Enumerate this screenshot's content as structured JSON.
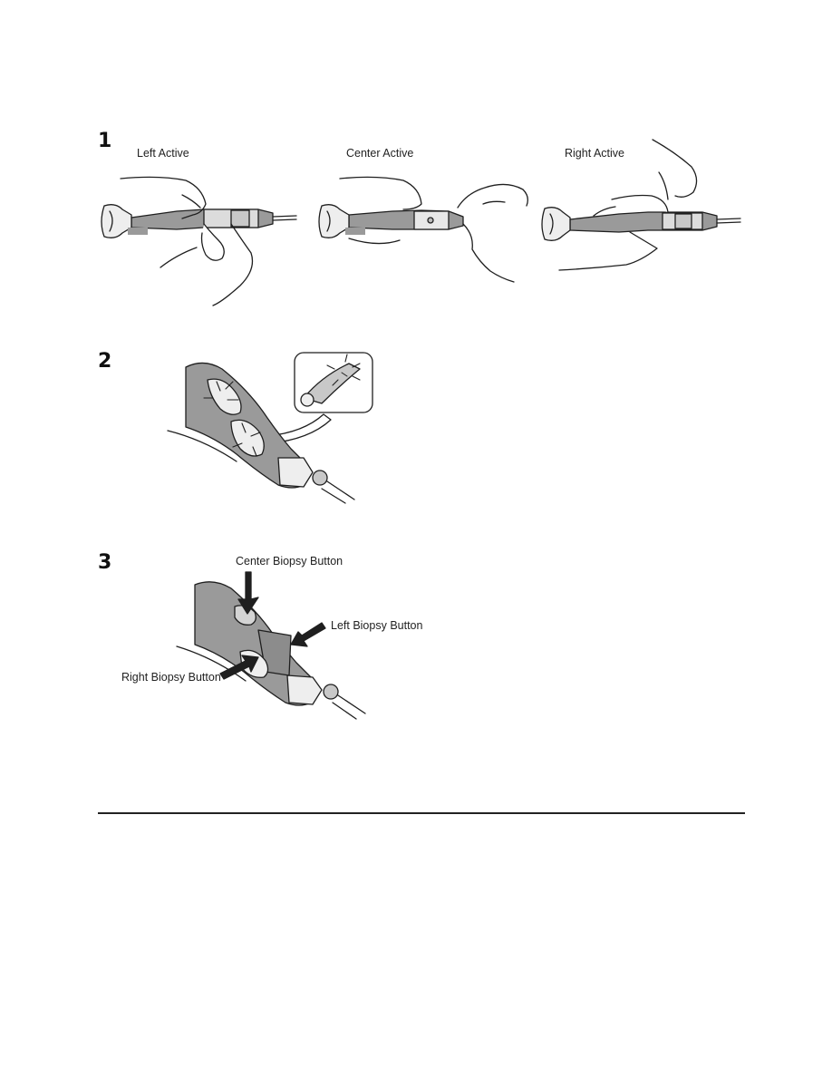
{
  "steps": [
    {
      "number": "1",
      "captions": [
        "Left Active",
        "Center Active",
        "Right Active"
      ]
    },
    {
      "number": "2"
    },
    {
      "number": "3",
      "captions": [
        "Center Biopsy Button",
        "Left Biopsy Button",
        "Right Biopsy Button"
      ]
    }
  ],
  "colors": {
    "line": "#1f1f1f",
    "device_dark": "#9a9a9a",
    "device_mid": "#c8c8c8",
    "device_light": "#eeeeee"
  }
}
